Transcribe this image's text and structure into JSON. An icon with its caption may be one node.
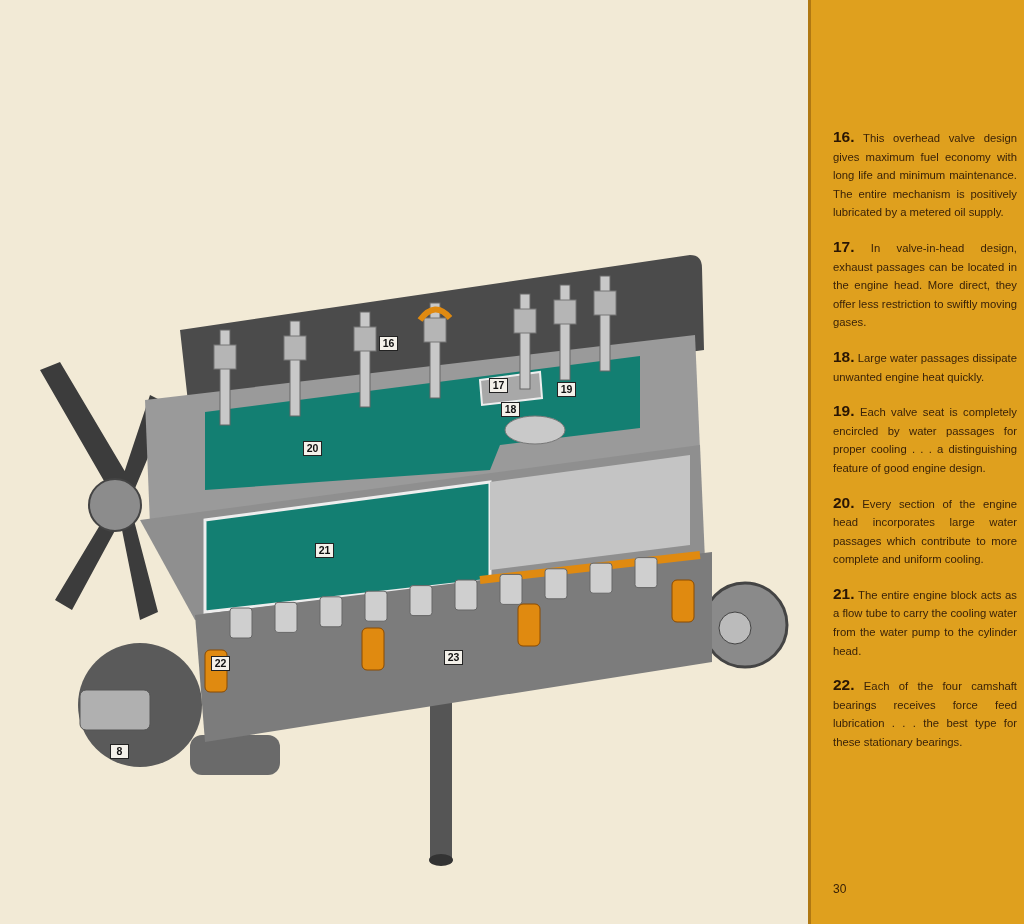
{
  "diagram": {
    "labels": [
      "16",
      "17",
      "18",
      "19",
      "20",
      "21",
      "22",
      "23",
      "8",
      "**16.** This overhead valve design gives maximum fuel economy with long life and minimum maintenance. The entire mechanism is positively lubricated by a metered oil supply.",
      "**17.** In valve-in-head design, exhaust passages can be located in the engine head. More direct, they offer less restriction to swiftly moving gases.",
      "**18.** Large water passages dissipate unwanted engine heat quickly.",
      "**19.** Each valve seat is completely encircled by water passages for proper cooling . . . a distinguishing feature of good engine design.",
      "**20.** Every section of the engine head incorporates large water passages which contribute to more complete and uniform cooling.",
      "**21.** The entire engine block acts as a flow tube to carry the cooling water from the water pump to the cylinder head.",
      "**22.** Each of the four camshaft bearings receives force feed lubrication . . . the best type for these stationary bearings.",
      "30"
    ]
  }
}
